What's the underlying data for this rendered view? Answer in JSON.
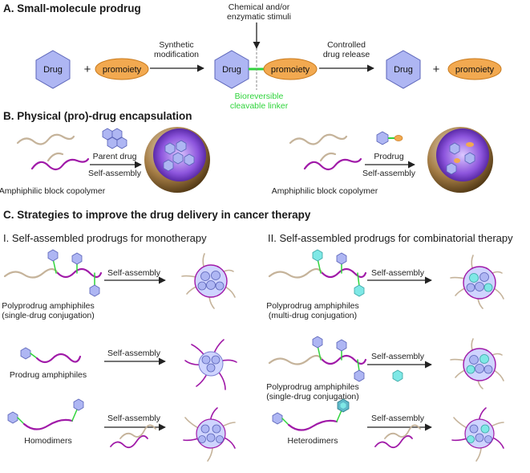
{
  "colors": {
    "drug_fill": "#aeb6f3",
    "drug_stroke": "#5a63b8",
    "promoiety_fill": "#f2a950",
    "promoiety_stroke": "#c97a1c",
    "linker": "#2fd43b",
    "polymer_purple": "#a01aa8",
    "polymer_tan": "#c5b39a",
    "sphere_purple": "#8a4fd6",
    "sphere_shell": "#8a6a3a",
    "cyan_drug": "#7fe8e6"
  },
  "section_a": {
    "title": "A. Small-molecule prodrug",
    "drug": "Drug",
    "promoiety": "promoiety",
    "plus": "+",
    "step1_line1": "Synthetic",
    "step1_line2": "modification",
    "stimuli_line1": "Chemical and/or",
    "stimuli_line2": "enzymatic stimuli",
    "linker_line1": "Bioreversible",
    "linker_line2": "cleavable linker",
    "step2_line1": "Controlled",
    "step2_line2": "drug release"
  },
  "section_b": {
    "title": "B. Physical (pro)-drug encapsulation",
    "copolymer_label": "Amphiphilic block copolymer",
    "parent_drug": "Parent drug",
    "self_assembly": "Self-assembly",
    "prodrug": "Prodrug"
  },
  "section_c": {
    "title": "C. Strategies to improve the drug delivery in cancer therapy",
    "left_heading": "I.  Self-assembled prodrugs for monotherapy",
    "right_heading": "II.  Self-assembled prodrugs for combinatorial therapy",
    "self_assembly": "Self-assembly",
    "left_rows": [
      {
        "line1": "Polyprodrug amphiphiles",
        "line2": "(single-drug conjugation)"
      },
      {
        "line1": "Prodrug amphiphiles",
        "line2": ""
      },
      {
        "line1": "Homodimers",
        "line2": ""
      }
    ],
    "right_rows": [
      {
        "line1": "Polyprodrug amphiphiles",
        "line2": "(multi-drug conjugation)"
      },
      {
        "line1": "Polyprodrug amphiphiles",
        "line2": "(single-drug conjugation)"
      },
      {
        "line1": "Heterodimers",
        "line2": ""
      }
    ]
  }
}
